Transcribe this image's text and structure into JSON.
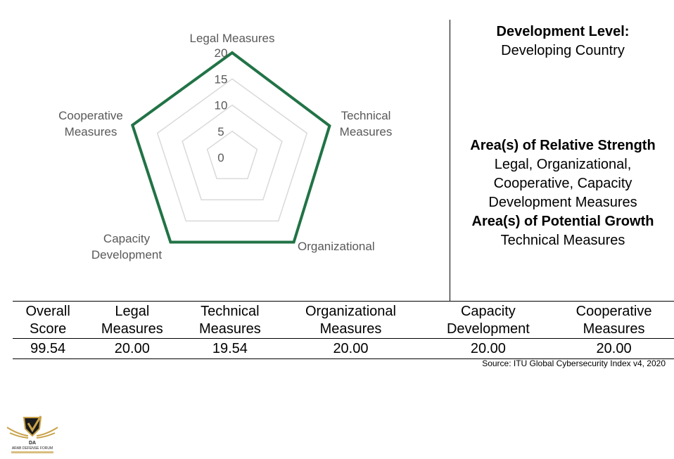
{
  "chart_data": {
    "type": "radar",
    "categories": [
      "Legal Measures",
      "Technical Measures",
      "Organizational",
      "Capacity Development",
      "Cooperative Measures"
    ],
    "values": [
      20,
      19.54,
      20,
      20,
      20
    ],
    "rticks": [
      0,
      5,
      10,
      15,
      20
    ],
    "rlim": [
      0,
      20
    ],
    "color": "#217346"
  },
  "side": {
    "dev_title": "Development Level:",
    "dev_value": "Developing Country",
    "strength_title": "Area(s) of Relative Strength",
    "strength_lines": [
      "Legal, Organizational,",
      "Cooperative, Capacity",
      "Development Measures"
    ],
    "growth_title": "Area(s) of Potential Growth",
    "growth_value": "Technical Measures"
  },
  "table": {
    "headers": [
      [
        "Overall",
        "Score"
      ],
      [
        "Legal",
        "Measures"
      ],
      [
        "Technical",
        "Measures"
      ],
      [
        "Organizational",
        "Measures"
      ],
      [
        "Capacity",
        "Development"
      ],
      [
        "Cooperative",
        "Measures"
      ]
    ],
    "values": [
      "99.54",
      "20.00",
      "19.54",
      "20.00",
      "20.00",
      "20.00"
    ]
  },
  "source": "Source: ITU Global Cybersecurity Index v4, 2020",
  "logo": {
    "text": "ARAB DEFENSE FORUM",
    "monogram": "DA"
  }
}
